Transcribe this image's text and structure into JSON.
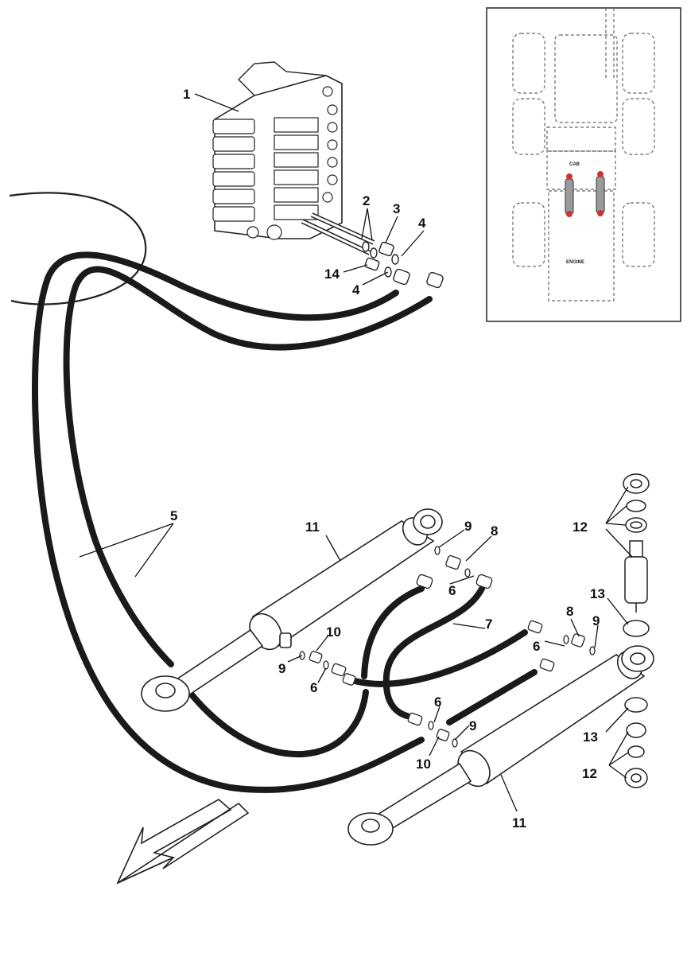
{
  "diagram": {
    "callouts": {
      "c1": "1",
      "c2": "2",
      "c3": "3",
      "c4a": "4",
      "c4b": "4",
      "c14": "14",
      "c5": "5",
      "c11a": "11",
      "c11b": "11",
      "c9a": "9",
      "c8a": "8",
      "c6a": "6",
      "c7": "7",
      "c8b": "8",
      "c9b": "9",
      "c6b": "6",
      "c10a": "10",
      "c9c": "9",
      "c6c": "6",
      "c6d": "6",
      "c9d": "9",
      "c10b": "10",
      "c12a": "12",
      "c13a": "13",
      "c13b": "13",
      "c12b": "12"
    },
    "inset": {
      "cab_label": "CAB",
      "engine_label": "ENGINE"
    },
    "direction_arrow_icon": "arrow-down-left-icon"
  }
}
